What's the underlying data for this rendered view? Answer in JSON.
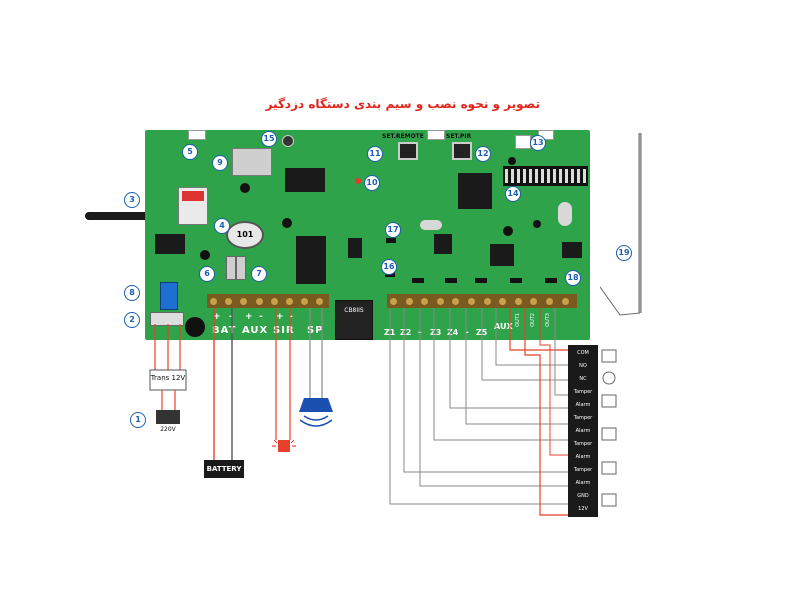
{
  "title": "تصویر و نحوه نصب و سیم بندی دستگاه دزدگیر",
  "board": {
    "set_remote": "SET.REMOTE",
    "set_pir": "SET.PIR",
    "chip_label": "101",
    "relay_label": "CB8IIS",
    "terminals": {
      "bat": "BAT",
      "aux": "AUX",
      "sir": "SIR",
      "sp": "SP",
      "plus": "+",
      "minus": "-",
      "z1": "Z1",
      "z2": "Z2",
      "z3": "Z3",
      "z4": "Z4",
      "z5": "Z5",
      "aux2": "AUX",
      "out1": "OUT1",
      "out2": "OUT2",
      "out3": "OUT3"
    }
  },
  "callouts": [
    "1",
    "2",
    "3",
    "4",
    "5",
    "6",
    "7",
    "8",
    "9",
    "10",
    "11",
    "12",
    "13",
    "14",
    "15",
    "16",
    "17",
    "18",
    "19"
  ],
  "external": {
    "transformer": "Trans 12V",
    "mains": "220V",
    "battery": "BATTERY"
  },
  "sensor_strip": {
    "labels": [
      "COM",
      "NO",
      "NC",
      "Tamper",
      "Alarm",
      "Tamper",
      "Alarm",
      "Tamper",
      "Alarm",
      "Tamper",
      "Alarm",
      "GND",
      "12V"
    ]
  },
  "colors": {
    "board": "#2fa34a",
    "callout": "#1b5fae",
    "title": "#e2231a",
    "wire_red": "#e8412b",
    "wire_gray": "#8a8a8a"
  }
}
